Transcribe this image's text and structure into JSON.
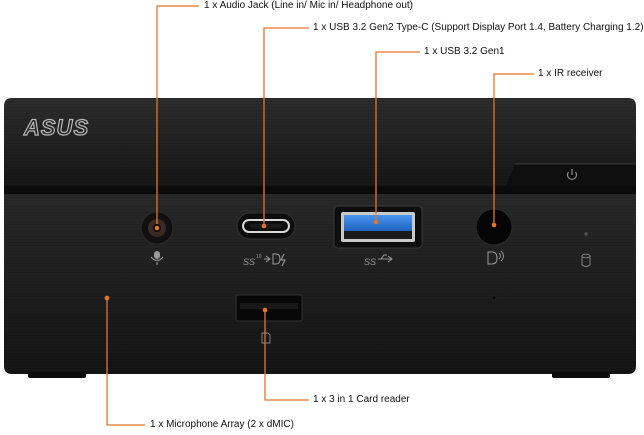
{
  "brand": {
    "logo_text": "ASUS"
  },
  "callouts": {
    "audio_jack": "1 x Audio Jack (Line in/ Mic in/ Headphone out)",
    "usb_c": "1 x USB 3.2 Gen2 Type-C (Support Display Port 1.4, Battery Charging 1.2)",
    "usb_a": "1 x USB 3.2 Gen1",
    "ir_receiver": "1 x IR receiver",
    "card_reader": "1 x 3 in 1 Card reader",
    "microphone": "1 x Microphone Array (2 x dMIC)"
  },
  "icons": {
    "audio": "microphone-headset-icon",
    "usb_c": "superspeed-10-displayport-charging-icon",
    "usb_a": "superspeed-usb-icon",
    "ir": "infrared-receiver-icon",
    "power": "power-icon",
    "storage": "storage-drive-icon",
    "card": "sd-card-icon"
  },
  "colors": {
    "callout_line": "#e8732a",
    "usb_a_insert": "#2f7fe0",
    "chassis": "#1a1a1a"
  }
}
